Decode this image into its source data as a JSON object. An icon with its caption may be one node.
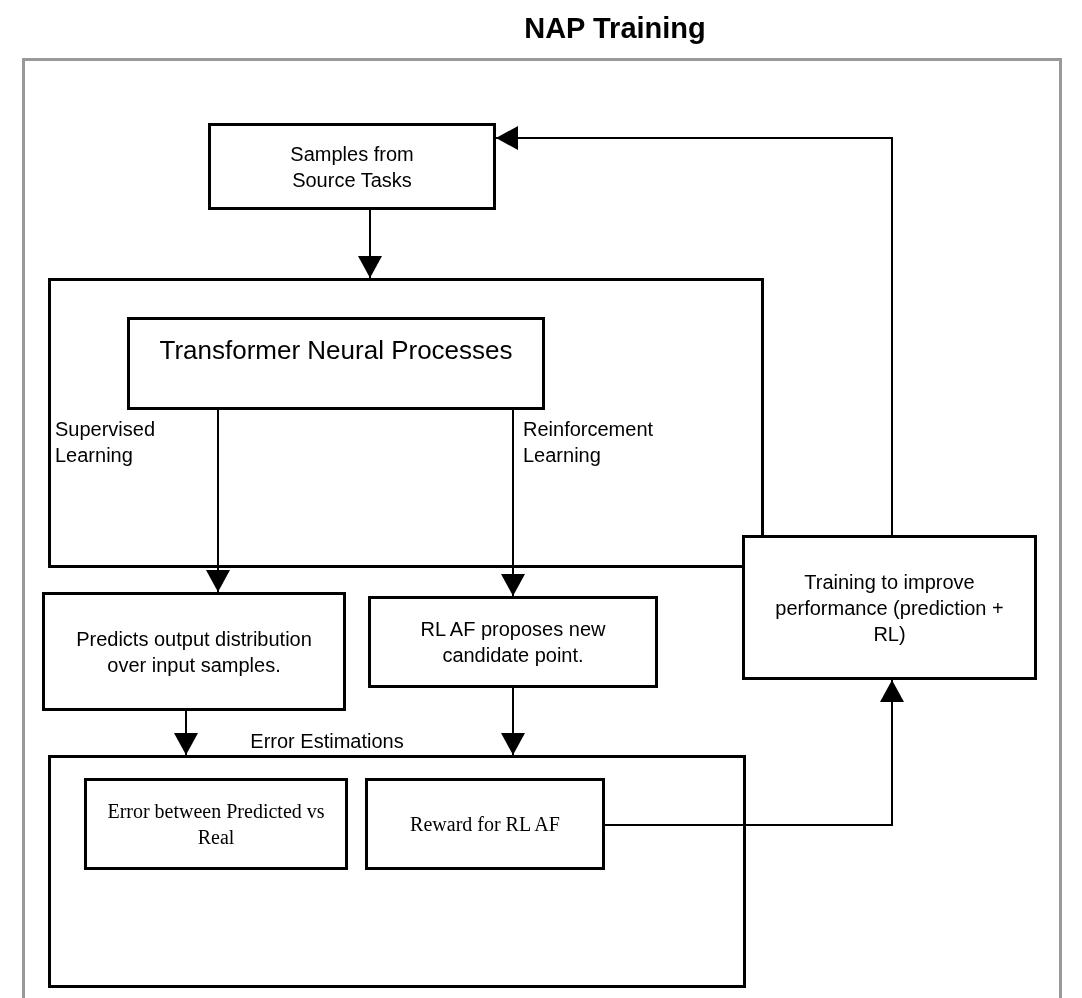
{
  "diagram": {
    "title": "NAP Training",
    "nodes": [
      {
        "text": [],
        "shape": "box"
      },
      {
        "text": [
          "Samples from Source Tasks"
        ],
        "in": 0
      },
      {
        "text": [],
        "shape": "box",
        "in": 0
      },
      {
        "text": [
          "Transformer Neural Processes"
        ],
        "in": 2
      },
      {
        "text": [
          "Predicts output distribution over input samples."
        ],
        "in": 0
      },
      {
        "text": [
          "RL AF proposes new candidate point."
        ],
        "in": 0
      },
      {
        "text": [
          "Training to improve performance (prediction + RL)"
        ],
        "in": 0
      },
      {
        "text": [
          "Error Estimations"
        ],
        "in": 0
      },
      {
        "text": [
          "Error between Predicted vs Real"
        ],
        "in": 7
      },
      {
        "text": [
          "Reward for RL AF"
        ],
        "in": 7
      }
    ],
    "edges": [
      {
        "from": 1,
        "to": 2,
        "arrow": "to"
      },
      {
        "from": 3,
        "to": 4,
        "arrow": "to",
        "label": "Supervised Learning"
      },
      {
        "from": 3,
        "to": 5,
        "arrow": "to",
        "label": "Reinforcement Learning"
      },
      {
        "from": 4,
        "to": 7,
        "arrow": "to"
      },
      {
        "from": 5,
        "to": 7,
        "arrow": "to"
      },
      {
        "from": 9,
        "to": 6,
        "arrow": "to"
      },
      {
        "from": 6,
        "to": 1,
        "arrow": "to"
      }
    ]
  }
}
